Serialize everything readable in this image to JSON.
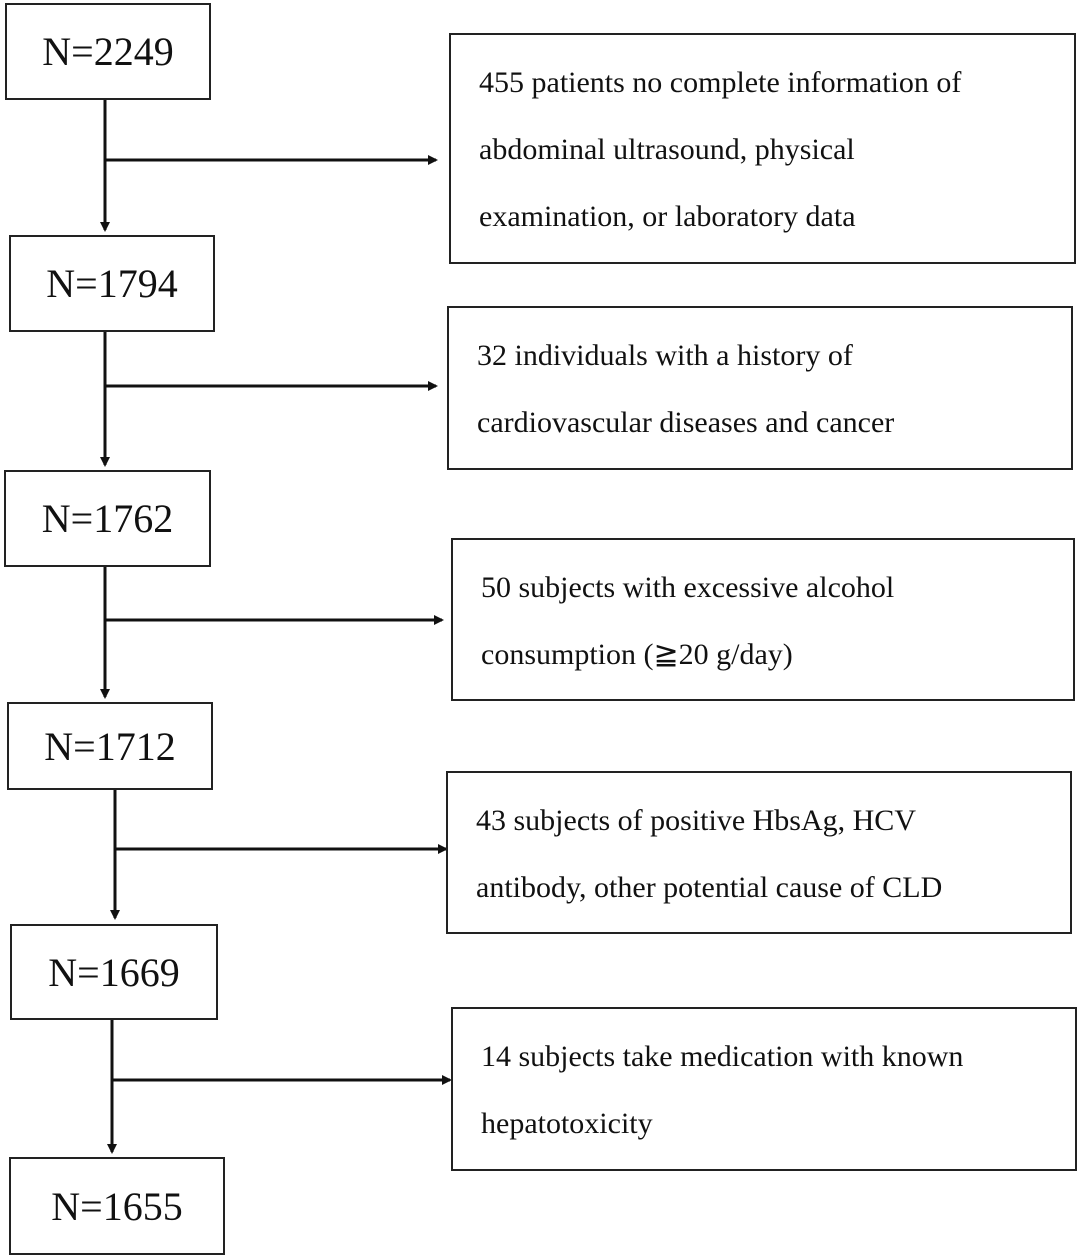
{
  "counts": [
    "N=2249",
    "N=1794",
    "N=1762",
    "N=1712",
    "N=1669",
    "N=1655"
  ],
  "exclusions": [
    [
      "455 patients no complete information of",
      "abdominal ultrasound, physical",
      "examination, or laboratory data"
    ],
    [
      "32 individuals with a history of",
      "cardiovascular diseases and cancer"
    ],
    [
      "50 subjects with excessive alcohol",
      "consumption (≧20 g/day)"
    ],
    [
      "43 subjects of positive HbsAg, HCV",
      "antibody, other potential cause of CLD"
    ],
    [
      "14 subjects take medication with known",
      "hepatotoxicity"
    ]
  ]
}
